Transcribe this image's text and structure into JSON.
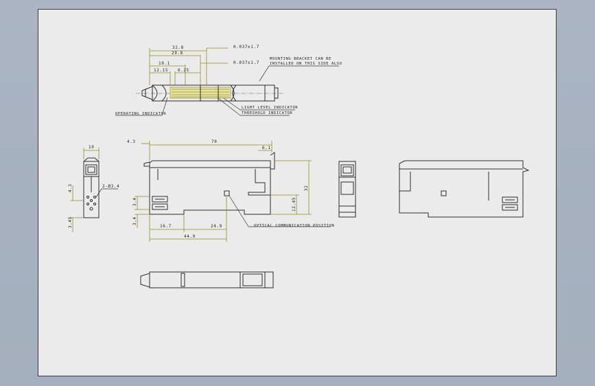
{
  "top_view": {
    "dims": {
      "d1": "32.8",
      "d2": "29.8",
      "d3": "19.1",
      "d4": "12.15",
      "d5": "6.25",
      "r1": "0.037±1.7",
      "r2": "0.037±1.7"
    },
    "notes": {
      "mounting": [
        "MOUNTING BRACKET CAN BE",
        "INSTALLED ON THIS SIDE ALSO"
      ],
      "operating": "OPERATING INDICATOR",
      "light": "LIGHT LEVEL INDICATOR",
      "threshold": "THRESHOLD INDICATOR"
    }
  },
  "side_view": {
    "width": "10",
    "hole": "2-Ø3.4",
    "v1": "4.3",
    "v2": "3.45"
  },
  "front_view": {
    "top_left": "4.3",
    "overall": "70",
    "right_top": "6.1",
    "height": "32",
    "right_mid": "12.45",
    "left_a": "3.4",
    "left_b": "3.4",
    "b1": "16.7",
    "b2": "24.9",
    "b3": "44.9",
    "note": "OPTICAL COMMUNICATION POSITION"
  }
}
